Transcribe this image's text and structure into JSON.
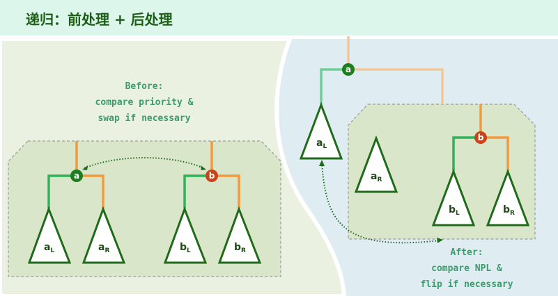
{
  "title": "递归：前处理 + 后处理",
  "before": {
    "caption": [
      "Before:",
      "compare priority &",
      "swap if necessary"
    ],
    "nodes": {
      "a": "a",
      "b": "b"
    },
    "subtrees": [
      {
        "base": "a",
        "sub": "L"
      },
      {
        "base": "a",
        "sub": "R"
      },
      {
        "base": "b",
        "sub": "L"
      },
      {
        "base": "b",
        "sub": "R"
      }
    ]
  },
  "after": {
    "caption": [
      "After:",
      "compare NPL &",
      "flip if necessary"
    ],
    "nodes": {
      "a": "a",
      "b": "b"
    },
    "subtrees": [
      {
        "base": "a",
        "sub": "L"
      },
      {
        "base": "a",
        "sub": "R"
      },
      {
        "base": "b",
        "sub": "L"
      },
      {
        "base": "b",
        "sub": "R"
      }
    ]
  },
  "colors": {
    "node_a": "#1e7d1e",
    "node_b": "#c9441a",
    "left_edge": "#2fb35a",
    "right_edge": "#f39a3e",
    "left_edge_faded": "#6fcf97",
    "right_edge_faded": "#f2c89a"
  }
}
